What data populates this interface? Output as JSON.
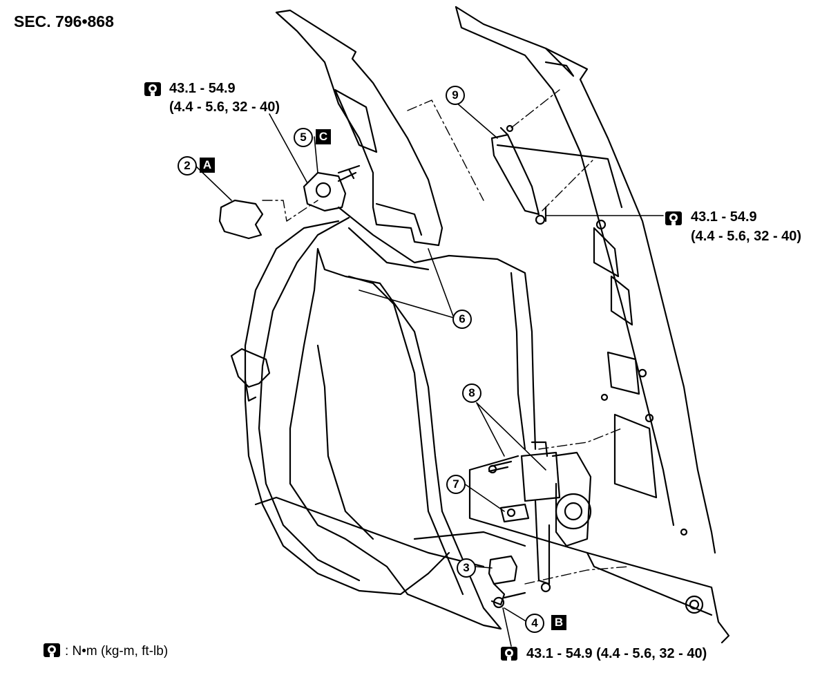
{
  "section": "SEC. 796•868",
  "torque_specs": {
    "upper_anchor": {
      "line1": "43.1 - 54.9",
      "line2": "(4.4 - 5.6, 32 - 40)"
    },
    "guide_bracket": {
      "line1": "43.1 - 54.9",
      "line2": "(4.4 - 5.6, 32 - 40)"
    },
    "lower_anchor": {
      "line1": "43.1 - 54.9 (4.4 - 5.6, 32 - 40)"
    }
  },
  "callouts": {
    "n2": "2",
    "n3": "3",
    "n4": "4",
    "n5": "5",
    "n6": "6",
    "n7": "7",
    "n8": "8",
    "n9": "9"
  },
  "letters": {
    "a": "A",
    "b": "B",
    "c": "C"
  },
  "legend": {
    "text": ": N•m (kg-m, ft-lb)"
  },
  "icons": {
    "torque": "torque-wrench-icon"
  }
}
